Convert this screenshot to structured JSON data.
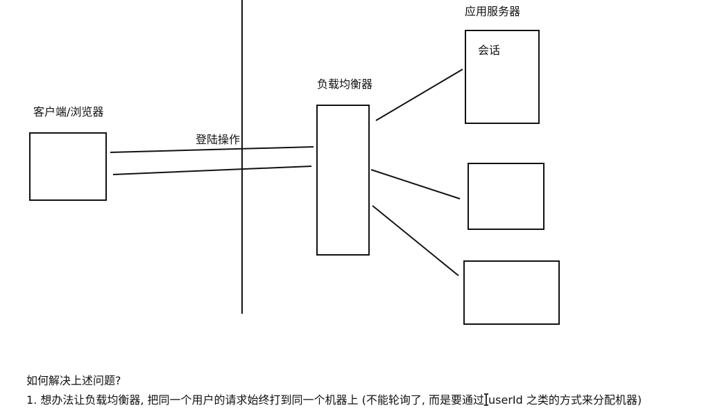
{
  "diagram": {
    "labels": {
      "client": "客户端/浏览器",
      "login": "登陆操作",
      "load_balancer": "负载均衡器",
      "app_server": "应用服务器",
      "session": "会话"
    }
  },
  "notes": {
    "question": "如何解决上述问题?",
    "answer_before_cursor": "1. 想办法让负载均衡器, 把同一个用户的请求始终打到同一个机器上 (不能轮询了, 而是要通过",
    "answer_after_cursor": "userId 之类的方式来分配机器)"
  }
}
